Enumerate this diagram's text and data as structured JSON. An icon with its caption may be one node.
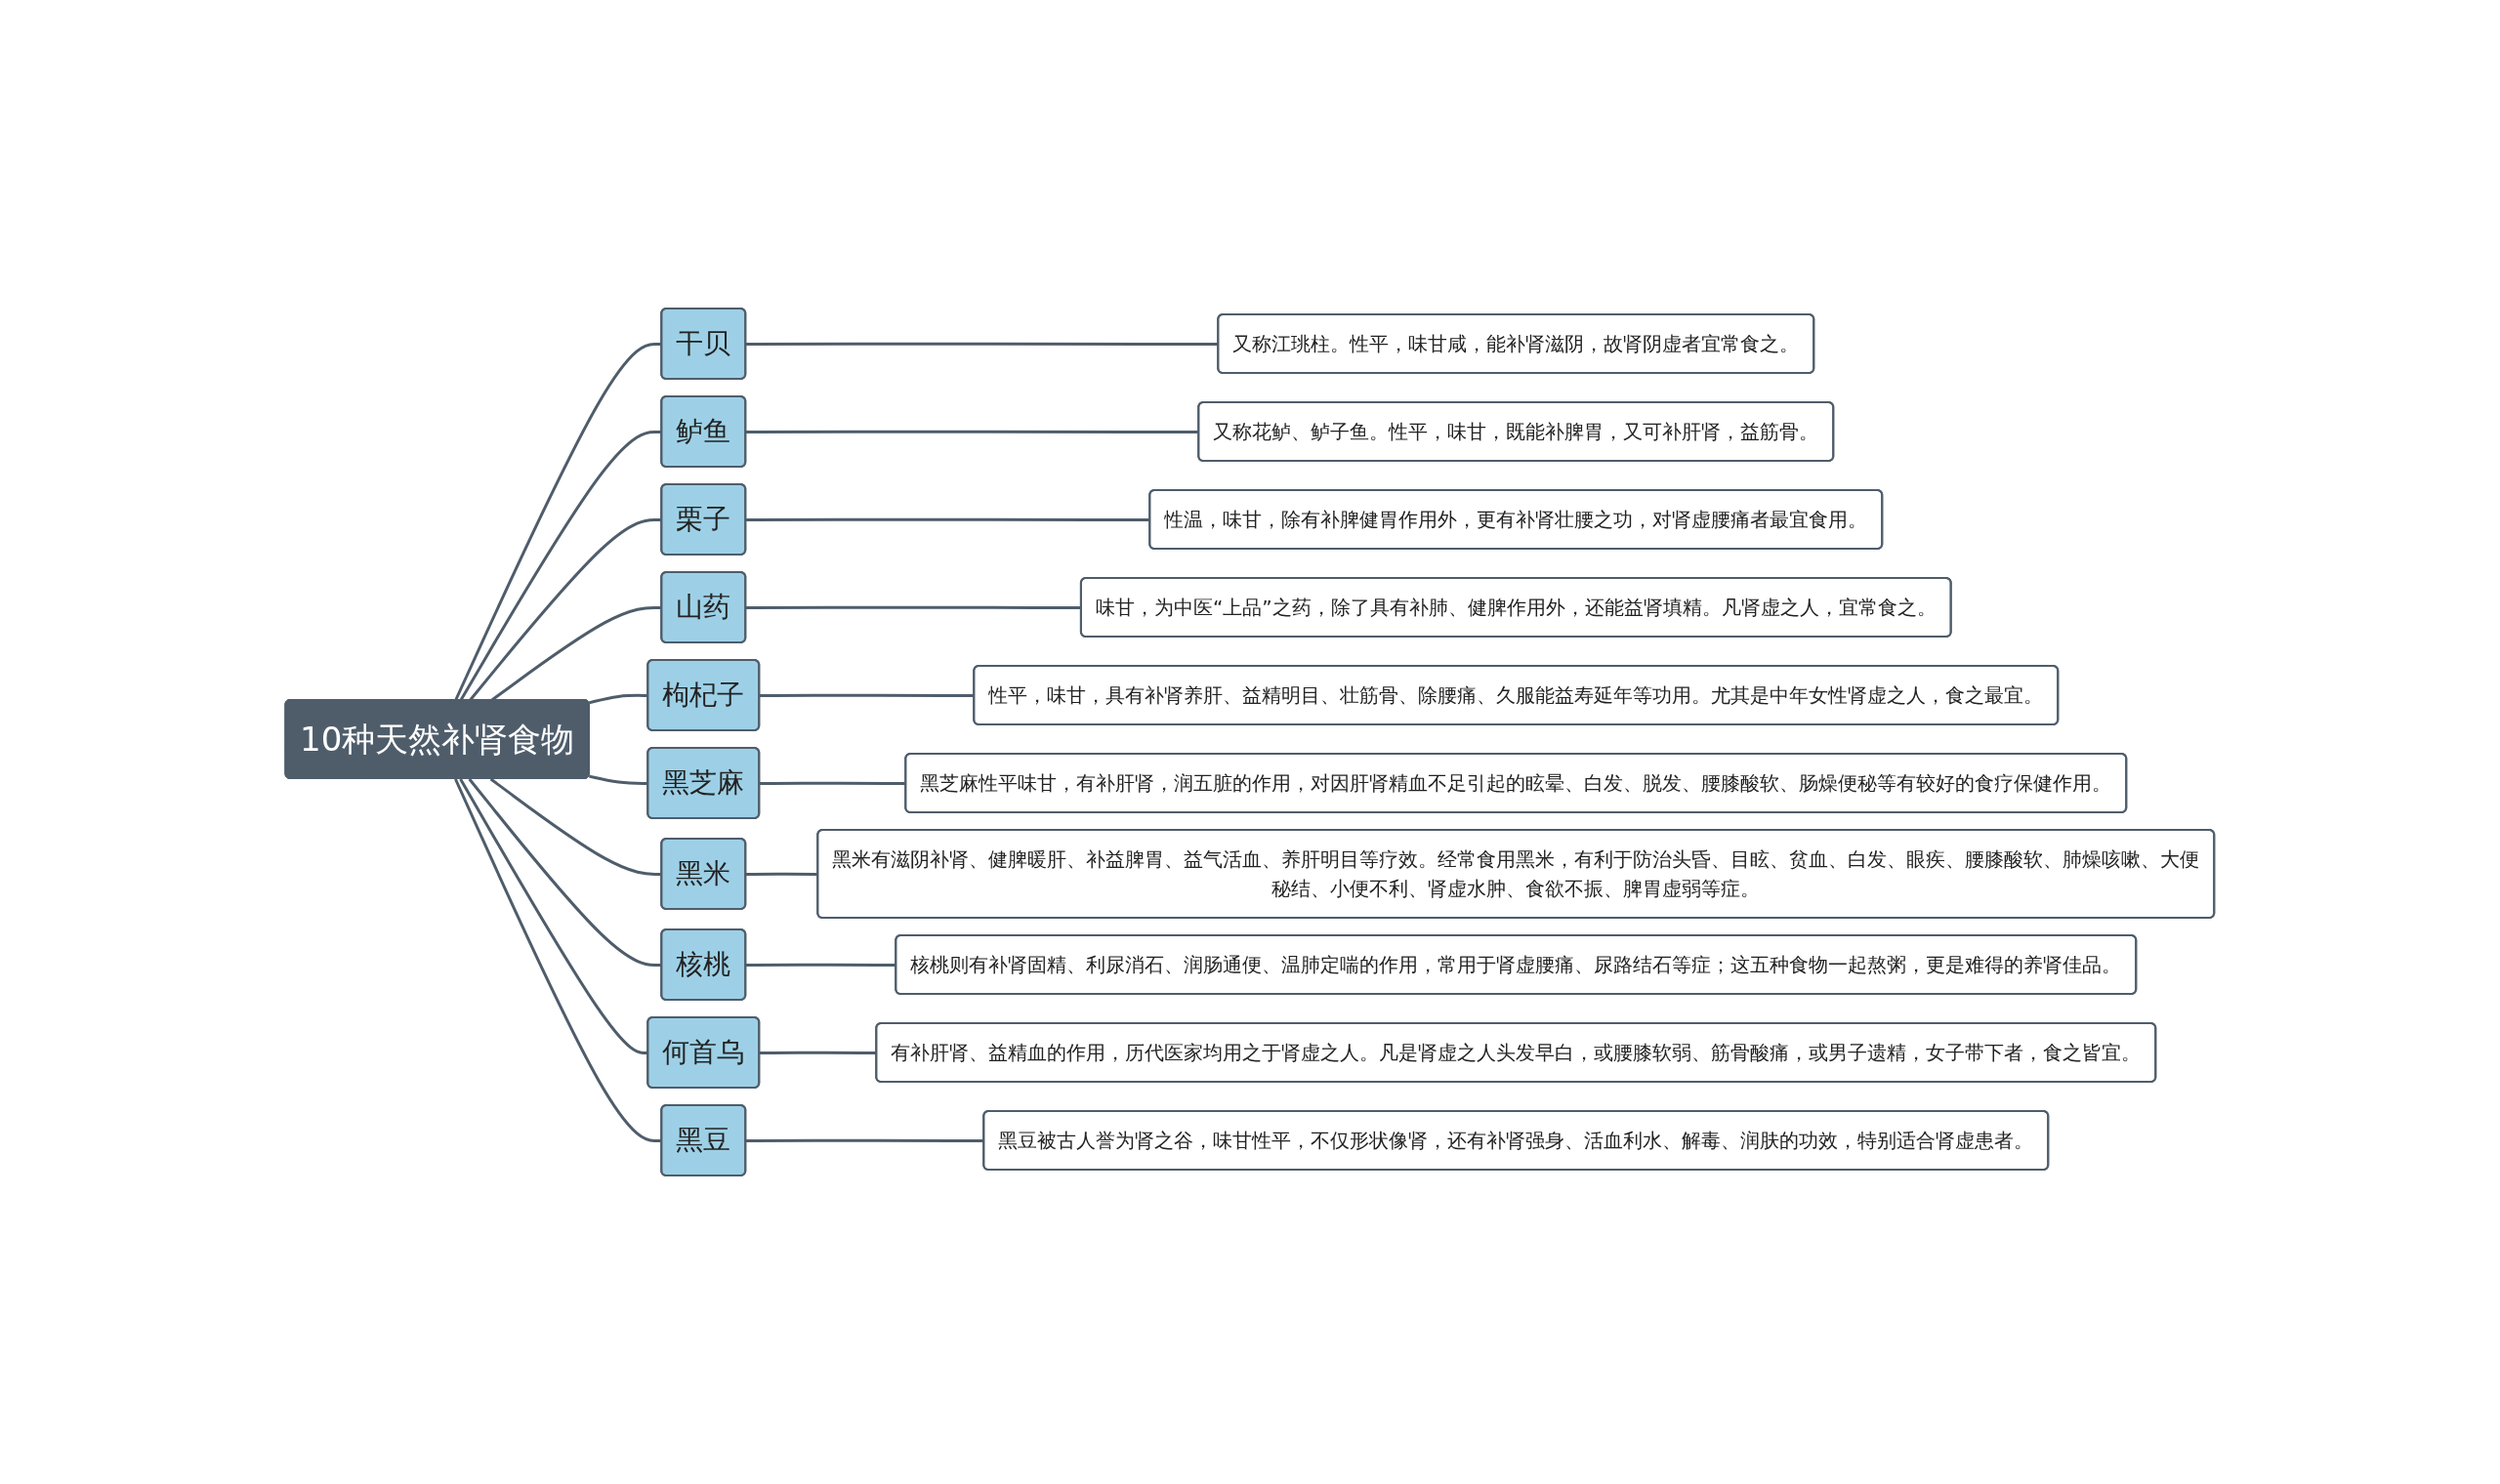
{
  "diagram": {
    "nodes": [
      {
        "text": [
          "10种天然补肾食物"
        ]
      },
      {
        "text": [
          "干贝"
        ]
      },
      {
        "text": [
          "又称江珧柱。性平，味甘咸，能补肾滋阴，故肾阴虚者宜常食之。"
        ]
      },
      {
        "text": [
          "鲈鱼"
        ]
      },
      {
        "text": [
          "又称花鲈、鲈子鱼。性平，味甘，既能补脾胃，又可补肝肾，益筋骨。"
        ]
      },
      {
        "text": [
          "栗子"
        ]
      },
      {
        "text": [
          "性温，味甘，除有补脾健胃作用外，更有补肾壮腰之功，对肾虚腰痛者最宜食用。"
        ]
      },
      {
        "text": [
          "山药"
        ]
      },
      {
        "text": [
          "味甘，为中医“上品”之药，除了具有补肺、健脾作用外，还能益肾填精。凡肾虚之人，宜常食之。"
        ]
      },
      {
        "text": [
          "枸杞子"
        ]
      },
      {
        "text": [
          "性平，味甘，具有补肾养肝、益精明目、壮筋骨、除腰痛、久服能益寿延年等功用。尤其是中年女性肾虚之人，食之最宜。"
        ]
      },
      {
        "text": [
          "黑芝麻"
        ]
      },
      {
        "text": [
          "黑芝麻性平味甘，有补肝肾，润五脏的作用，对因肝肾精血不足引起的眩晕、白发、脱发、腰膝酸软、肠燥便秘等有较好的食疗保健作用。"
        ]
      },
      {
        "text": [
          "黑米"
        ]
      },
      {
        "text": [
          "黑米有滋阴补肾、健脾暖肝、补益脾胃、益气活血、养肝明目等疗效。经常食用黑米，有利于防治头昏、目眩、贫血、白发、眼疾、腰膝酸软、肺燥咳嗽、大便秘结、小便不利、肾虚水肿、食欲不振、脾胃虚弱等症。"
        ]
      },
      {
        "text": [
          "核桃"
        ]
      },
      {
        "text": [
          "核桃则有补肾固精、利尿消石、润肠通便、温肺定喘的作用，常用于肾虚腰痛、尿路结石等症；这五种食物一起熬粥，更是难得的养肾佳品。"
        ]
      },
      {
        "text": [
          "何首乌"
        ]
      },
      {
        "text": [
          "有补肝肾、益精血的作用，历代医家均用之于肾虚之人。凡是肾虚之人头发早白，或腰膝软弱、筋骨酸痛，或男子遗精，女子带下者，食之皆宜。"
        ]
      },
      {
        "text": [
          "黑豆"
        ]
      },
      {
        "text": [
          "黑豆被古人誉为肾之谷，味甘性平，不仅形状像肾，还有补肾强身、活血利水、解毒、润肤的功效，特别适合肾虚患者。"
        ]
      }
    ],
    "edges": [
      {
        "from": 0,
        "to": 1,
        "arrow": "none"
      },
      {
        "from": 1,
        "to": 2,
        "arrow": "none"
      },
      {
        "from": 0,
        "to": 3,
        "arrow": "none"
      },
      {
        "from": 3,
        "to": 4,
        "arrow": "none"
      },
      {
        "from": 0,
        "to": 5,
        "arrow": "none"
      },
      {
        "from": 5,
        "to": 6,
        "arrow": "none"
      },
      {
        "from": 0,
        "to": 7,
        "arrow": "none"
      },
      {
        "from": 7,
        "to": 8,
        "arrow": "none"
      },
      {
        "from": 0,
        "to": 9,
        "arrow": "none"
      },
      {
        "from": 9,
        "to": 10,
        "arrow": "none"
      },
      {
        "from": 0,
        "to": 11,
        "arrow": "none"
      },
      {
        "from": 11,
        "to": 12,
        "arrow": "none"
      },
      {
        "from": 0,
        "to": 13,
        "arrow": "none"
      },
      {
        "from": 13,
        "to": 14,
        "arrow": "none"
      },
      {
        "from": 0,
        "to": 15,
        "arrow": "none"
      },
      {
        "from": 15,
        "to": 16,
        "arrow": "none"
      },
      {
        "from": 0,
        "to": 17,
        "arrow": "none"
      },
      {
        "from": 17,
        "to": 18,
        "arrow": "none"
      },
      {
        "from": 0,
        "to": 19,
        "arrow": "none"
      },
      {
        "from": 19,
        "to": 20,
        "arrow": "none"
      }
    ]
  }
}
